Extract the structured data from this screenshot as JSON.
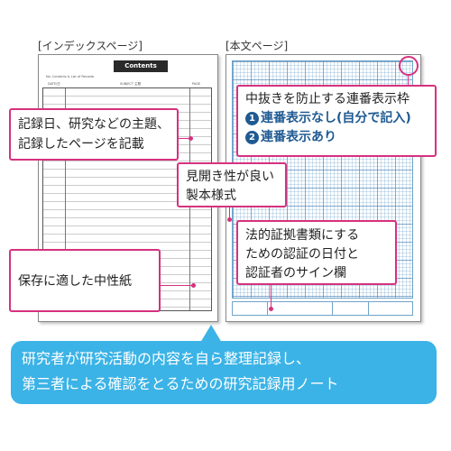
{
  "labels": {
    "index_page": "[インデックスページ]",
    "body_page": "[本文ページ]"
  },
  "index_page": {
    "contents_tab": "Contents",
    "header_note": "No. Contents & List of Records",
    "col_date": "DATE/日",
    "col_subject": "SUBJECT 主題",
    "col_page": "PAGE"
  },
  "callouts": {
    "record": [
      "記録日、研究などの主題、",
      "記録したページを記載"
    ],
    "binding": [
      "見開き性が良い",
      "製本様式"
    ],
    "serial": {
      "title": "中抜きを防止する連番表示枠",
      "options": [
        {
          "num": "❶",
          "text": "連番表示なし(自分で記入)"
        },
        {
          "num": "❷",
          "text": "連番表示あり"
        }
      ]
    },
    "legal": [
      "法的証拠書類にする",
      "ための認証の日付と",
      "認証者のサイン欄"
    ],
    "paper": "保存に適した中性紙"
  },
  "banner": [
    "研究者が研究活動の内容を自ら整理記録し、",
    "第三者による確認をとるための研究記録用ノート"
  ],
  "colors": {
    "callout_border": "#d6317f",
    "option_text": "#1f5a92",
    "banner_bg": "#3bb3e6",
    "grid_line": "#6fa3c8"
  }
}
